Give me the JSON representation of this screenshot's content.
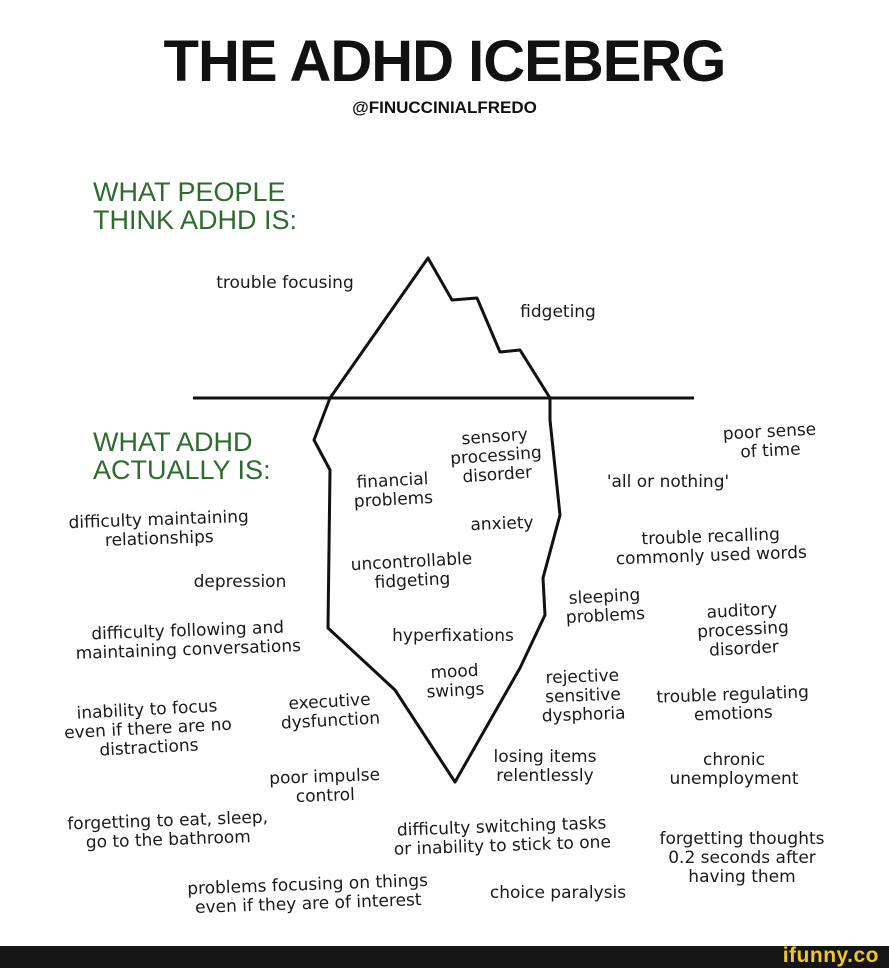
{
  "title": "THE ADHD ICEBERG",
  "credit": "@FINUCCINIALFREDO",
  "above_heading": [
    "WHAT PEOPLE",
    "THINK ADHD IS:"
  ],
  "below_heading": [
    "WHAT ADHD",
    "ACTUALLY IS:"
  ],
  "above_labels": {
    "trouble_focusing": [
      "trouble focusing"
    ],
    "fidgeting": [
      "fidgeting"
    ]
  },
  "below_labels": {
    "sensory": [
      "sensory",
      "processing",
      "disorder"
    ],
    "financial": [
      "financial",
      "problems"
    ],
    "anxiety": [
      "anxiety"
    ],
    "uncontrollable": [
      "uncontrollable",
      "fidgeting"
    ],
    "hyperfixations": [
      "hyperfixations"
    ],
    "mood": [
      "mood",
      "swings"
    ],
    "executive": [
      "executive",
      "dysfunction"
    ],
    "losing": [
      "losing items",
      "relentlessly"
    ],
    "poor_sense": [
      "poor sense",
      "of time"
    ],
    "all_or_nothing": [
      "'all or nothing'"
    ],
    "recalling": [
      "trouble recalling",
      "commonly used words"
    ],
    "sleeping": [
      "sleeping",
      "problems"
    ],
    "auditory": [
      "auditory",
      "processing",
      "disorder"
    ],
    "rejective": [
      "rejective",
      "sensitive",
      "dysphoria"
    ],
    "regulating": [
      "trouble regulating",
      "emotions"
    ],
    "unemployment": [
      "chronic",
      "unemployment"
    ],
    "relationships": [
      "difficulty maintaining",
      "relationships"
    ],
    "depression": [
      "depression"
    ],
    "conversations": [
      "difficulty following and",
      "maintaining conversations"
    ],
    "inability_focus": [
      "inability to focus",
      "even if there are no",
      "distractions"
    ],
    "impulse": [
      "poor impulse",
      "control"
    ],
    "forgetting_eat": [
      "forgetting to eat, sleep,",
      "go to the bathroom"
    ],
    "switching": [
      "difficulty switching tasks",
      "or inability to stick to one"
    ],
    "forgetting_thoughts": [
      "forgetting thoughts",
      "0.2 seconds after",
      "having them"
    ],
    "problems_focusing": [
      "problems focusing on things",
      "even if they are of interest"
    ],
    "choice": [
      "choice paralysis"
    ]
  },
  "watermark": "ifunny.co",
  "colors": {
    "heading_green": "#2e6b2e",
    "footer": "#151515",
    "logo_yellow": "#f2c81c"
  }
}
